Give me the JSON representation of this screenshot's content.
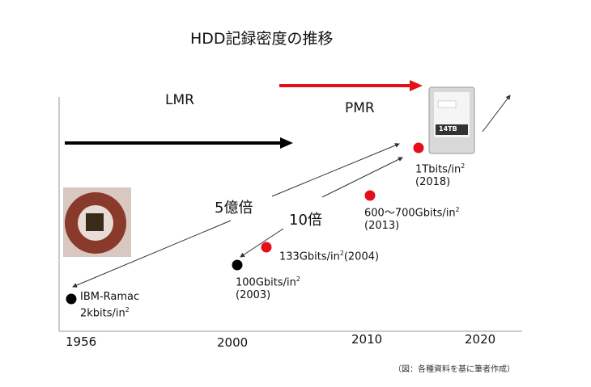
{
  "title": "HDD記録密度の推移",
  "eras": {
    "lmr": "LMR",
    "pmr": "PMR"
  },
  "x_ticks": [
    "1956",
    "2000",
    "2010",
    "2020"
  ],
  "multipliers": {
    "total": "5億倍",
    "pmr": "10倍"
  },
  "points": [
    {
      "line1": "IBM-Ramac",
      "line2_base": "2kbits/in",
      "line2_sup": "2",
      "color": "#000000"
    },
    {
      "line1_base": "100Gbits/in",
      "line1_sup": "2",
      "line2": "(2003)",
      "color": "#000000"
    },
    {
      "base": "133Gbits/in",
      "sup": "2",
      "tail": "(2004)",
      "color": "#e3101a"
    },
    {
      "line1_base": "600〜700Gbits/in",
      "line1_sup": "2",
      "line2": "(2013)",
      "color": "#e3101a"
    },
    {
      "line1_base": "1Tbits/in",
      "line1_sup": "2",
      "line2": "(2018)",
      "color": "#e3101a"
    }
  ],
  "hdd_label": "14TB",
  "footnote": "（図：各種資料を基に筆者作成）",
  "colors": {
    "red": "#e3101a",
    "black": "#000000"
  }
}
